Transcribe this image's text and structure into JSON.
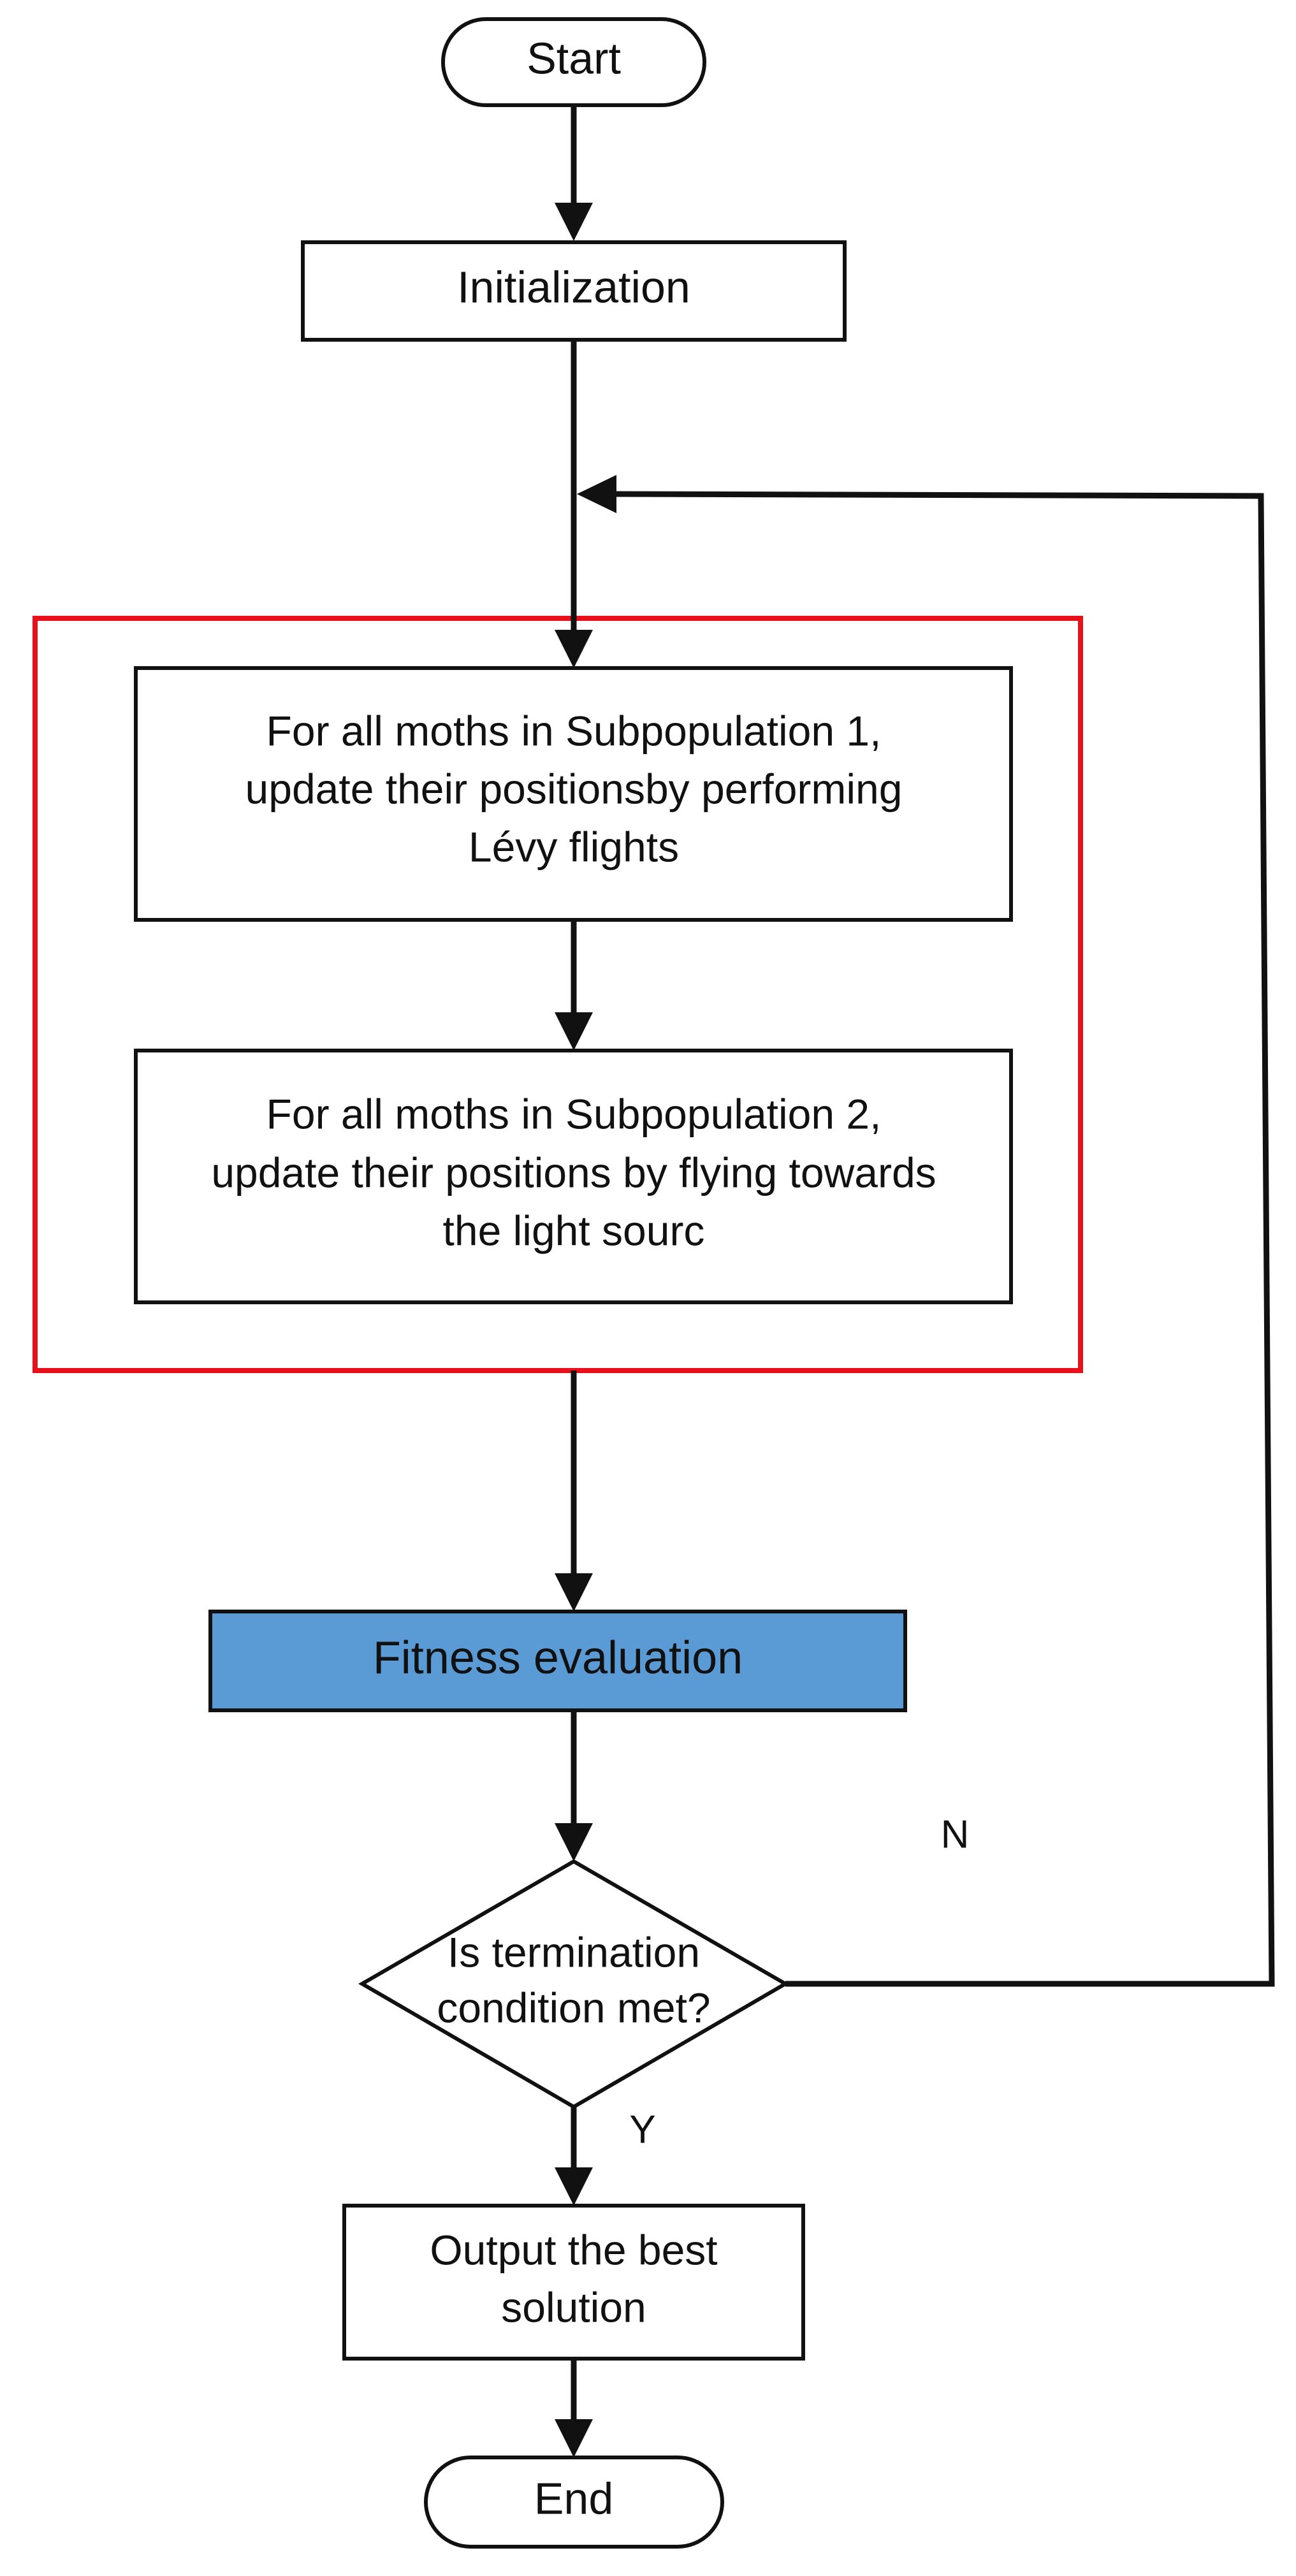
{
  "nodes": {
    "start": {
      "label": "Start"
    },
    "initialization": {
      "label": "Initialization"
    },
    "subpop1": {
      "lines": [
        "For all moths in Subpopulation 1,",
        "update their positionsby performing",
        "Lévy flights"
      ]
    },
    "subpop2": {
      "lines": [
        "For all moths in Subpopulation 2,",
        "update their positions by flying towards",
        "the light sourc"
      ]
    },
    "fitness": {
      "label": "Fitness evaluation"
    },
    "decision": {
      "lines": [
        "Is termination",
        "condition met?"
      ]
    },
    "output": {
      "lines": [
        "Output the best",
        "solution"
      ]
    },
    "end": {
      "label": "End"
    }
  },
  "edge_labels": {
    "no": "N",
    "yes": "Y"
  },
  "colors": {
    "highlight_frame": "#e8101a",
    "fitness_fill": "#5b9bd5",
    "stroke": "#111111"
  }
}
